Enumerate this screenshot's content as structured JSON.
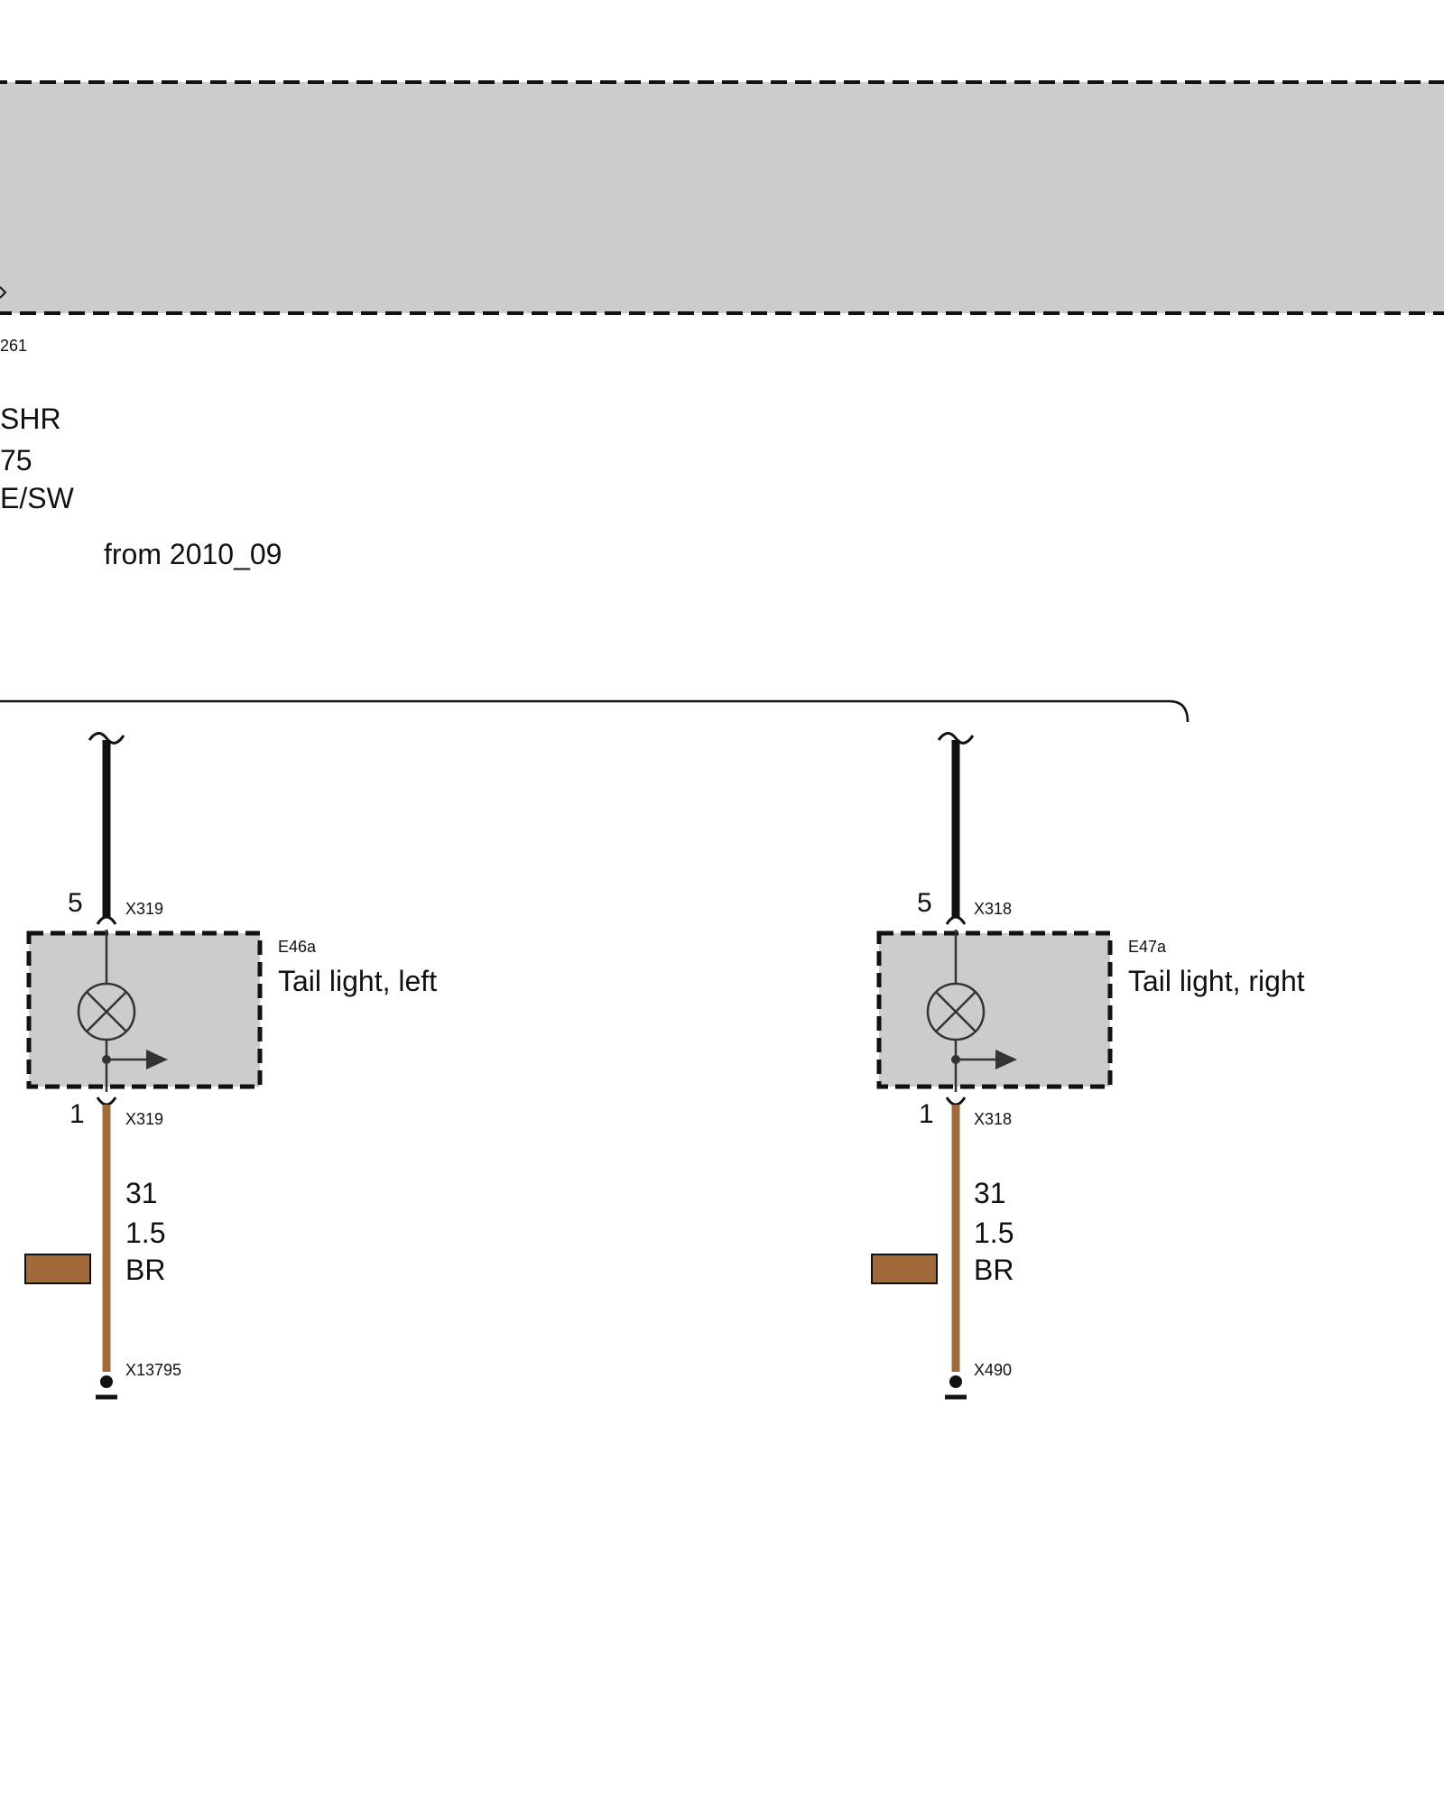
{
  "top_module": {
    "fill": "#cccccc",
    "connector_id": "261",
    "wire_lines": [
      "SHR",
      "75",
      "E/SW"
    ]
  },
  "variant_note": "from 2010_09",
  "wire_colors": {
    "black": "#111111",
    "brown": "#a06a3a",
    "box_fill": "#cccccc"
  },
  "lights": [
    {
      "component_id": "E46a",
      "component_name": "Tail light, left",
      "connector_top": "X319",
      "pin_top": "5",
      "connector_bottom": "X319",
      "pin_bottom": "1",
      "wire": [
        "31",
        "1.5",
        "BR"
      ],
      "ground_id": "X13795",
      "icon": "lamp-icon"
    },
    {
      "component_id": "E47a",
      "component_name": "Tail light, right",
      "connector_top": "X318",
      "pin_top": "5",
      "connector_bottom": "X318",
      "pin_bottom": "1",
      "wire": [
        "31",
        "1.5",
        "BR"
      ],
      "ground_id": "X490",
      "icon": "lamp-icon"
    }
  ]
}
